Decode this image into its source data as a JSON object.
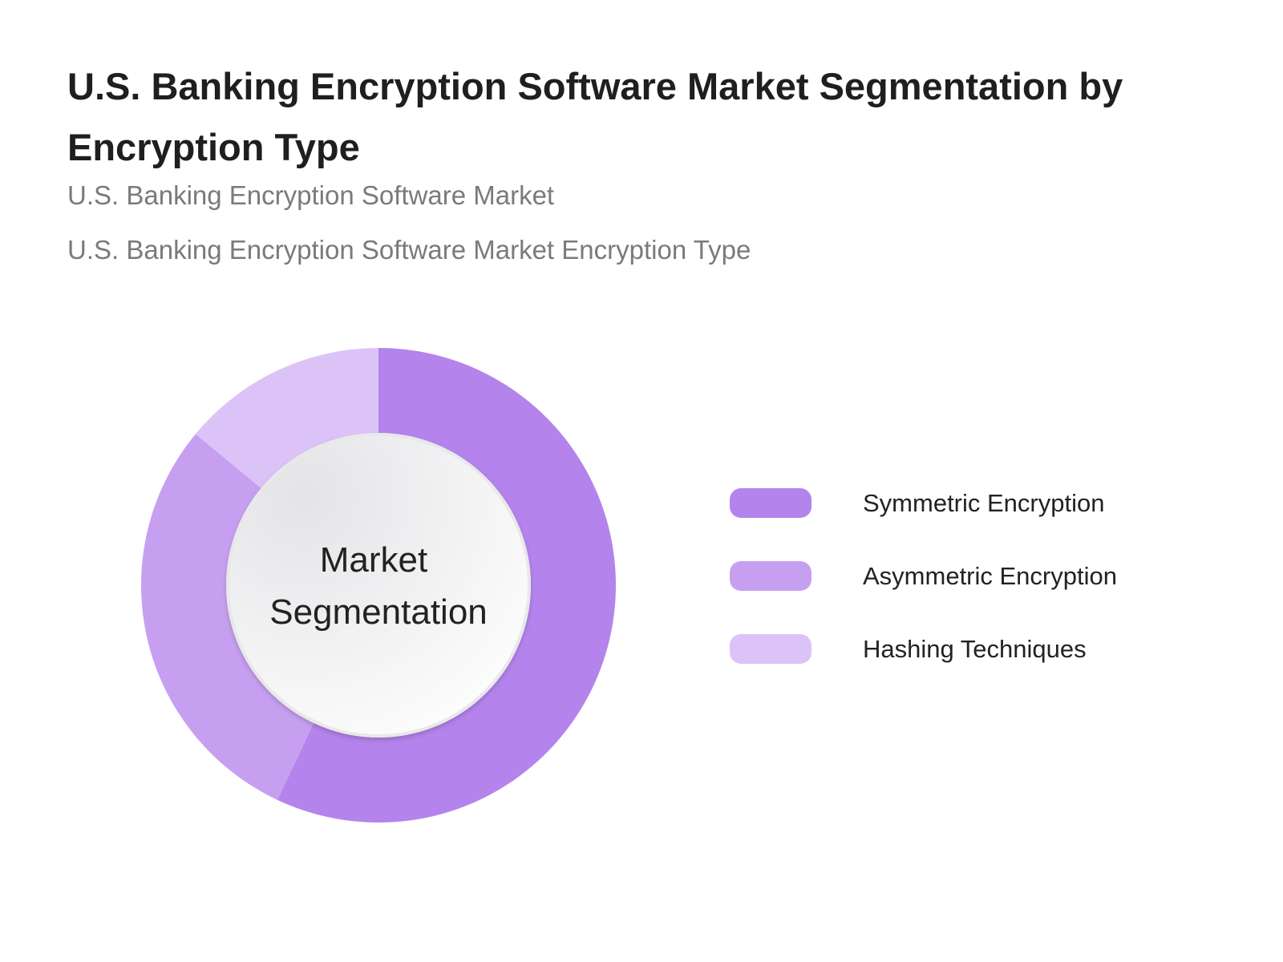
{
  "chart_data": {
    "type": "pie",
    "title": "U.S. Banking Encryption Software Market Segmentation by Encryption Type",
    "subtitles": [
      "U.S. Banking Encryption Software Market",
      "U.S. Banking Encryption Software Market Encryption Type"
    ],
    "center_label": [
      "Market",
      "Segmentation"
    ],
    "legend_position": "right",
    "slices": [
      {
        "name": "Symmetric Encryption",
        "value": 57,
        "color": "#b484ec"
      },
      {
        "name": "Asymmetric Encryption",
        "value": 29,
        "color": "#c79ff0"
      },
      {
        "name": "Hashing Techniques",
        "value": 14,
        "color": "#dcc3f7"
      }
    ]
  }
}
